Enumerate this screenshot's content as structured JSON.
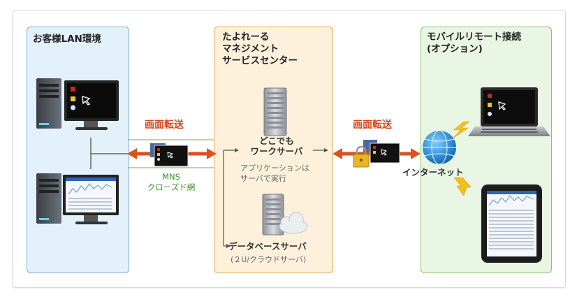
{
  "panels": {
    "customer_lan": {
      "title": "お客様LAN環境"
    },
    "service_center": {
      "title": "たよれーる\nマネジメント\nサービスセンター"
    },
    "mobile_remote": {
      "title": "モバイルリモート接続\n(オプション)"
    }
  },
  "left_link": {
    "label": "画面転送",
    "network": "MNS\nクローズド網"
  },
  "right_link": {
    "label": "画面転送"
  },
  "work_server": {
    "label": "どこでも\nワークサーバ",
    "note": "アプリケーションは\nサーバで実行"
  },
  "db_server": {
    "label": "データベースサーバ",
    "note": "(２U/クラウドサーバ)"
  },
  "internet": {
    "label": "インターネット"
  },
  "icons": [
    "desktop-pc-icon",
    "monitor-icon",
    "rack-server-icon",
    "cloud-icon",
    "padlock-icon",
    "globe-icon",
    "laptop-icon",
    "tablet-icon",
    "lightning-icon",
    "double-arrow-icon"
  ],
  "colors": {
    "accent_red": "#d8461f",
    "arrow_orange": "#d9531e",
    "lan_blue": "#e3f1fb",
    "center_orange": "#fdf1dc",
    "mobile_green": "#eaf6e4",
    "label_green": "#3f8f2c"
  }
}
